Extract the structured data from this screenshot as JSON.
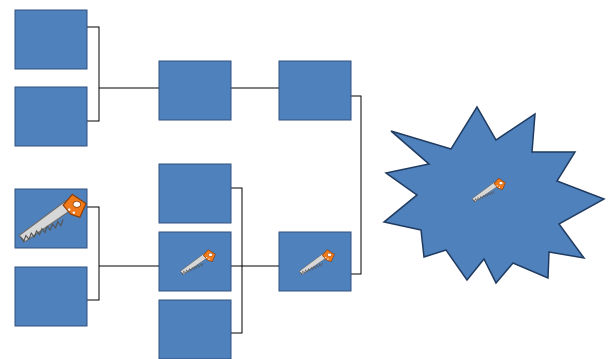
{
  "colors": {
    "box_fill": "#4f81bd",
    "box_stroke": "#1f3a5f",
    "connector": "#000000",
    "background": "#ffffff",
    "saw_blade": "#c9c9c9",
    "saw_handle": "#f07a1a"
  },
  "icons": {
    "tool": "saw-icon"
  },
  "nodes": [
    {
      "id": "r1-a",
      "has_icon": false
    },
    {
      "id": "r1-b",
      "has_icon": false
    },
    {
      "id": "r1-c",
      "has_icon": true
    },
    {
      "id": "r1-d",
      "has_icon": false
    },
    {
      "id": "r2-a",
      "has_icon": false
    },
    {
      "id": "r2-b",
      "has_icon": false
    },
    {
      "id": "r2-c",
      "has_icon": true
    },
    {
      "id": "r2-d",
      "has_icon": false
    },
    {
      "id": "r3-a",
      "has_icon": false
    },
    {
      "id": "r3-b",
      "has_icon": true
    },
    {
      "id": "winner",
      "has_icon": true
    }
  ],
  "edges": [
    [
      "r1-a",
      "r2-a"
    ],
    [
      "r1-b",
      "r2-a"
    ],
    [
      "r1-c",
      "r2-c"
    ],
    [
      "r1-d",
      "r2-c"
    ],
    [
      "r2-b",
      "r3-b"
    ],
    [
      "r2-c",
      "r3-b"
    ],
    [
      "r2-d",
      "r3-b"
    ],
    [
      "r2-a",
      "r3-a"
    ],
    [
      "r3-a",
      "winner"
    ],
    [
      "r3-b",
      "winner"
    ]
  ]
}
